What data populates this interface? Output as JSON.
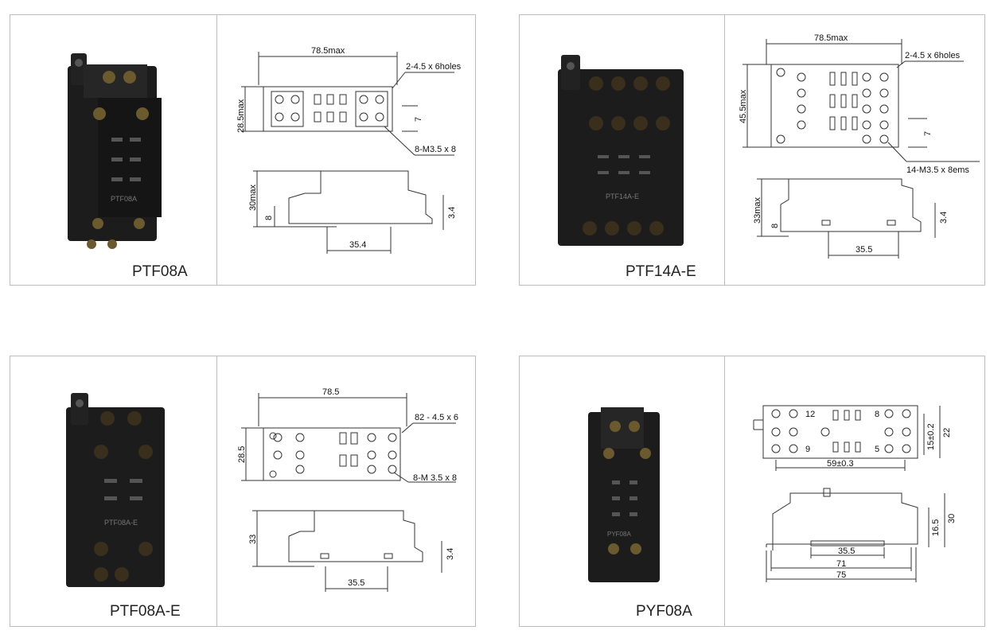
{
  "products": [
    {
      "name": "PTF08A",
      "top_width": "78.5max",
      "top_height": "28.5max",
      "holes": "2-4.5 x 6holes",
      "screws": "8-M3.5 x 8",
      "pitch": "7",
      "side_height": "30max",
      "side_base": "8",
      "rail_height": "3.4",
      "rail_width": "35.4",
      "label_text": "PTF08A"
    },
    {
      "name": "PTF14A-E",
      "top_width": "78.5max",
      "top_height": "45.5max",
      "holes": "2-4.5 x 6holes",
      "screws": "14-M3.5 x 8ems",
      "pitch": "7",
      "side_height": "33max",
      "side_base": "8",
      "rail_height": "3.4",
      "rail_width": "35.5",
      "label_text": "PTF14A-E"
    },
    {
      "name": "PTF08A-E",
      "top_width": "78.5",
      "top_height": "28.5",
      "holes": "82 - 4.5 x 6",
      "screws": "8-M 3.5 x 8",
      "side_height": "33",
      "rail_height": "3.4",
      "rail_width": "35.5",
      "label_text": "PTF08A-E"
    },
    {
      "name": "PYF08A",
      "top_width": "59±0.3",
      "top_height": "22",
      "inner_height": "15±0.2",
      "pin_12": "12",
      "pin_8": "8",
      "pin_9": "9",
      "pin_5": "5",
      "side_height": "30",
      "side_inner": "16.5",
      "rail_width": "35.5",
      "width_71": "71",
      "width_75": "75",
      "label_text": "PYF08A"
    }
  ]
}
